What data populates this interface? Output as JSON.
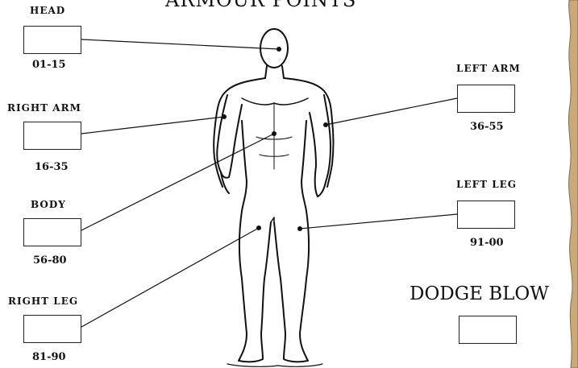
{
  "sheet": {
    "title": "ARMOUR POINTS",
    "dodge_label": "DODGE BLOW",
    "colors": {
      "ink": "#111111",
      "parchment": "#c9a87a",
      "parchment_dark": "#8a6a44",
      "background": "#ffffff"
    },
    "locations": {
      "head": {
        "label": "HEAD",
        "range": "01-15",
        "value": ""
      },
      "right_arm": {
        "label": "RIGHT ARM",
        "range": "16-35",
        "value": ""
      },
      "body": {
        "label": "BODY",
        "range": "56-80",
        "value": ""
      },
      "right_leg": {
        "label": "RIGHT LEG",
        "range": "81-90",
        "value": ""
      },
      "left_arm": {
        "label": "LEFT ARM",
        "range": "36-55",
        "value": ""
      },
      "left_leg": {
        "label": "LEFT LEG",
        "range": "91-00",
        "value": ""
      }
    },
    "dodge_value": ""
  }
}
